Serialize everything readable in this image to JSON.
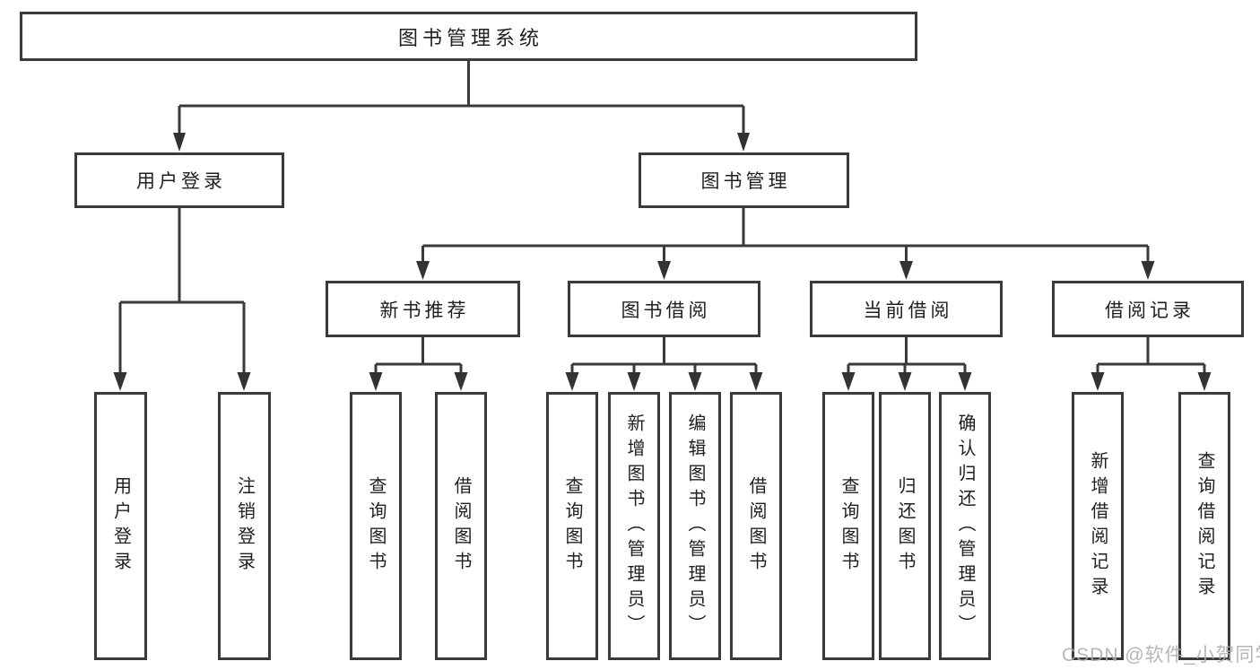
{
  "tree": {
    "root": {
      "label": "图书管理系统"
    },
    "branches": [
      {
        "label": "用户登录",
        "children": [
          {
            "label": "用户登录"
          },
          {
            "label": "注销登录"
          }
        ]
      },
      {
        "label": "图书管理",
        "groups": [
          {
            "label": "新书推荐",
            "children": [
              {
                "label": "查询图书"
              },
              {
                "label": "借阅图书"
              }
            ]
          },
          {
            "label": "图书借阅",
            "children": [
              {
                "label": "查询图书"
              },
              {
                "label": "新增图书（管理员）"
              },
              {
                "label": "编辑图书（管理员）"
              },
              {
                "label": "借阅图书"
              }
            ]
          },
          {
            "label": "当前借阅",
            "children": [
              {
                "label": "查询图书"
              },
              {
                "label": "归还图书"
              },
              {
                "label": "确认归还（管理员）"
              }
            ]
          },
          {
            "label": "借阅记录",
            "children": [
              {
                "label": "新增借阅记录"
              },
              {
                "label": "查询借阅记录"
              }
            ]
          }
        ]
      }
    ]
  },
  "watermark": {
    "text": "CSDN @软件_小贺同学"
  },
  "colors": {
    "line": "#3a3a3a",
    "box_border": "#3a3a3a",
    "text": "#1f1f1f",
    "background": "#ffffff",
    "watermark": "#acacac"
  }
}
